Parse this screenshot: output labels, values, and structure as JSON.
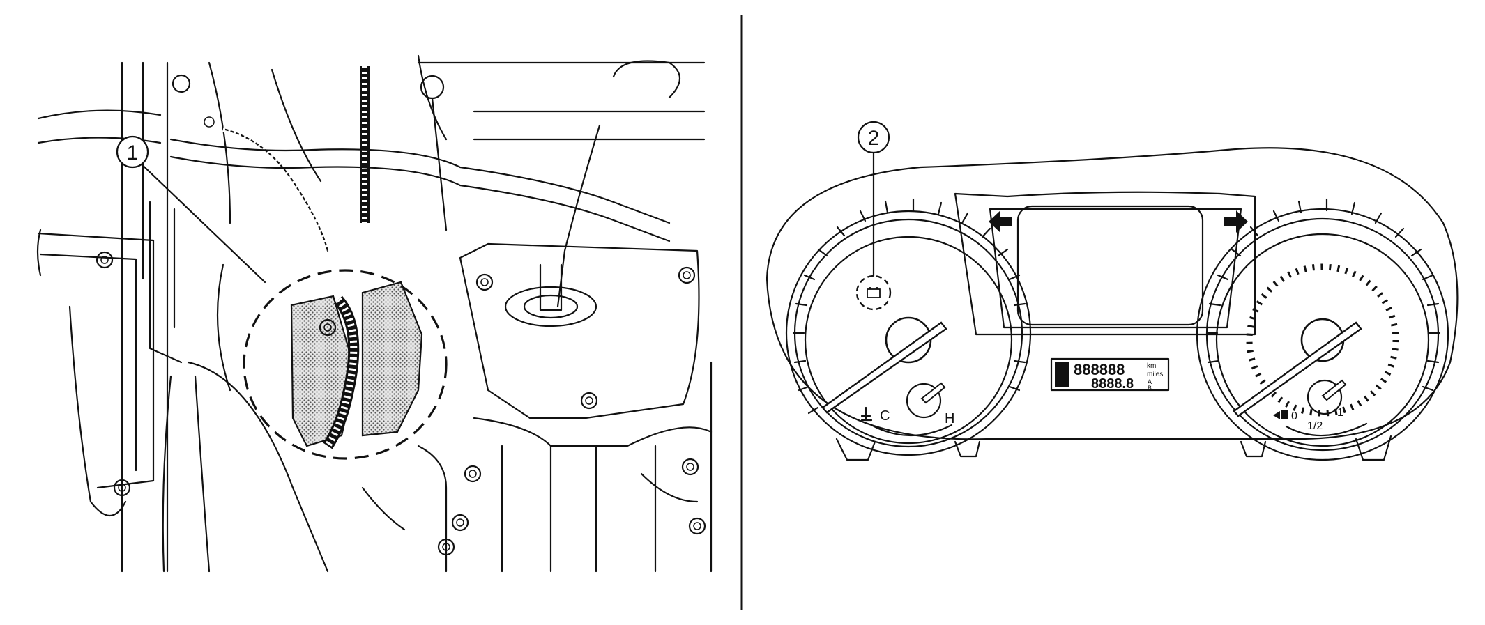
{
  "callouts": {
    "left": {
      "label": "1"
    },
    "right": {
      "label": "2"
    }
  },
  "gauges": {
    "temp_cold": "C",
    "temp_hot": "H",
    "fuel_empty": "0",
    "fuel_half": "1/2",
    "fuel_full": "1"
  },
  "odometer": {
    "top_digits": "888888",
    "bottom_digits": "8888.8",
    "unit_km": "km",
    "unit_miles": "miles",
    "trip_a": "A",
    "trip_b": "B"
  },
  "icons": [
    "engine-ecm-module",
    "battery-warning-icon",
    "turn-left-arrow-icon",
    "turn-right-arrow-icon",
    "coolant-temp-icon",
    "fuel-pump-icon"
  ],
  "colors": {
    "line": "#111111",
    "background": "#ffffff",
    "stipple": "#9a9a9a"
  }
}
